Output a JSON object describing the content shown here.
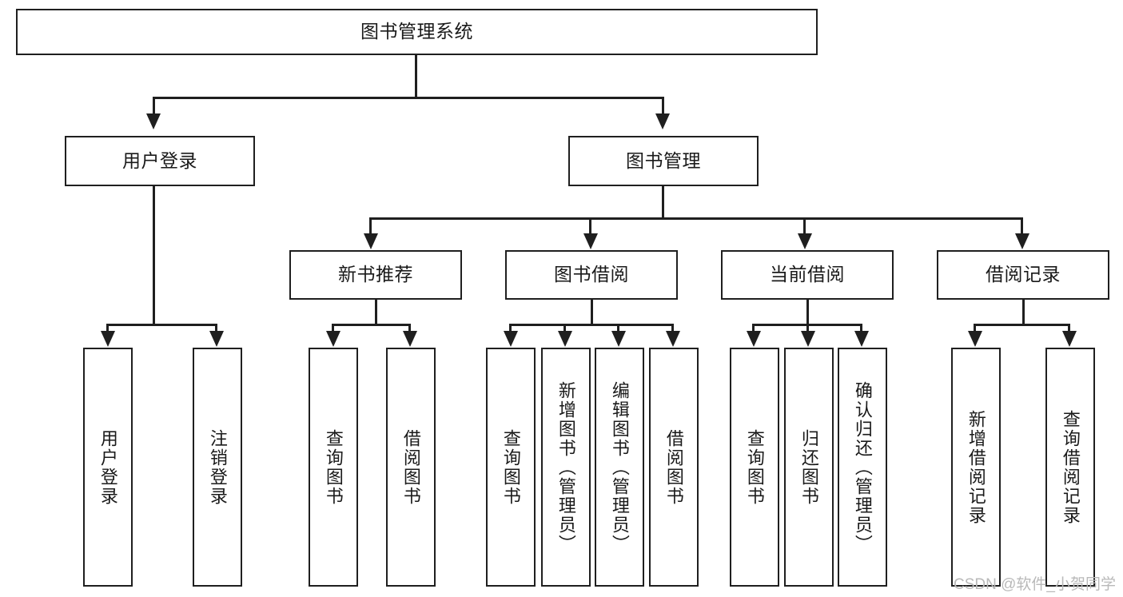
{
  "diagram": {
    "title": "图书管理系统",
    "root": {
      "id": "root",
      "label": "图书管理系统"
    },
    "level2": [
      {
        "id": "user-login",
        "label": "用户登录"
      },
      {
        "id": "book-manage",
        "label": "图书管理"
      }
    ],
    "level3": [
      {
        "id": "new-book-recommend",
        "label": "新书推荐"
      },
      {
        "id": "book-borrow",
        "label": "图书借阅"
      },
      {
        "id": "current-borrow",
        "label": "当前借阅"
      },
      {
        "id": "borrow-record",
        "label": "借阅记录"
      }
    ],
    "leaves": {
      "user_login": [
        {
          "id": "leaf-user-login",
          "label": "用户登录"
        },
        {
          "id": "leaf-logout-login",
          "label": "注销登录"
        }
      ],
      "new_book_recommend": [
        {
          "id": "leaf-query-book-1",
          "label": "查询图书"
        },
        {
          "id": "leaf-borrow-book-1",
          "label": "借阅图书"
        }
      ],
      "book_borrow": [
        {
          "id": "leaf-query-book-2",
          "label": "查询图书"
        },
        {
          "id": "leaf-add-book",
          "label": "新增图书（管理员）"
        },
        {
          "id": "leaf-edit-book",
          "label": "编辑图书（管理员）"
        },
        {
          "id": "leaf-borrow-book-2",
          "label": "借阅图书"
        }
      ],
      "current_borrow": [
        {
          "id": "leaf-query-book-3",
          "label": "查询图书"
        },
        {
          "id": "leaf-return-book",
          "label": "归还图书"
        },
        {
          "id": "leaf-confirm-return",
          "label": "确认归还（管理员）"
        }
      ],
      "borrow_record": [
        {
          "id": "leaf-add-record",
          "label": "新增借阅记录"
        },
        {
          "id": "leaf-query-record",
          "label": "查询借阅记录"
        }
      ]
    }
  },
  "watermark": {
    "text": "CSDN @软件_小贺同学"
  },
  "colors": {
    "stroke": "#1f1f1f",
    "fill": "#ffffff",
    "text": "#1a1a1a",
    "watermark": "#b9b9b9"
  }
}
